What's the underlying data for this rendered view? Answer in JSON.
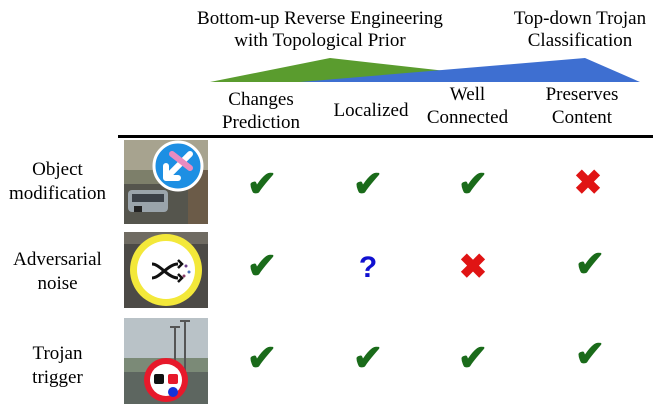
{
  "header": {
    "left_title_line1": "Bottom-up Reverse Engineering",
    "left_title_line2": "with Topological Prior",
    "right_title_line1": "Top-down Trojan",
    "right_title_line2": "Classification",
    "left_color": "#5a9c2e",
    "right_color": "#3e6fd1"
  },
  "columns": [
    {
      "line1": "Changes",
      "line2": "Prediction"
    },
    {
      "line1": "Localized",
      "line2": ""
    },
    {
      "line1": "Well",
      "line2": "Connected"
    },
    {
      "line1": "Preserves",
      "line2": "Content"
    }
  ],
  "rows": [
    {
      "line1": "Object",
      "line2": "modification",
      "image": "street-sign-arrow-image",
      "marks": [
        "check-icon",
        "check-icon",
        "check-icon",
        "cross-icon"
      ]
    },
    {
      "line1": "Adversarial",
      "line2": "noise",
      "image": "yellow-circle-sign-image",
      "marks": [
        "check-icon",
        "question-icon",
        "cross-icon",
        "check-icon"
      ]
    },
    {
      "line1": "Trojan",
      "line2": "trigger",
      "image": "road-sign-trigger-image",
      "marks": [
        "check-icon",
        "check-icon",
        "check-icon",
        "check-icon"
      ]
    }
  ],
  "glyphs": {
    "check": "✔",
    "cross": "✖",
    "question": "?"
  },
  "colors": {
    "check": "#1a6b1a",
    "cross": "#e01414",
    "question": "#1010d0"
  }
}
